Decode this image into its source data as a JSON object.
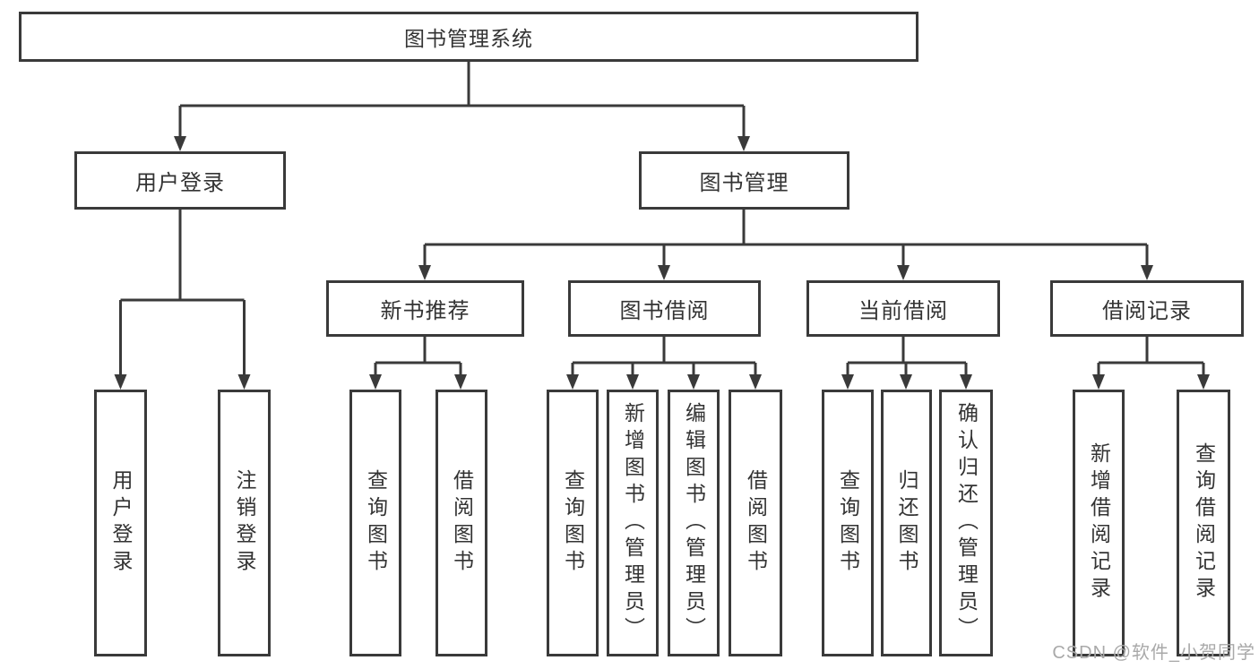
{
  "diagram": {
    "root": {
      "label": "图书管理系统"
    },
    "level2": {
      "user_login": {
        "label": "用户登录"
      },
      "book_mgmt": {
        "label": "图书管理"
      }
    },
    "level3": {
      "new_book_rec": {
        "label": "新书推荐"
      },
      "book_borrow": {
        "label": "图书借阅"
      },
      "current_borrow": {
        "label": "当前借阅"
      },
      "borrow_records": {
        "label": "借阅记录"
      }
    },
    "leaves": {
      "user_login_leaf": {
        "label": "用户登录"
      },
      "logout": {
        "label": "注销登录"
      },
      "rec_query_books": {
        "label": "查询图书"
      },
      "rec_borrow_books": {
        "label": "借阅图书"
      },
      "bb_query_books": {
        "label": "查询图书"
      },
      "bb_add_books": {
        "label": "新增图书（管理员）"
      },
      "bb_edit_books": {
        "label": "编辑图书（管理员）"
      },
      "bb_borrow_books": {
        "label": "借阅图书"
      },
      "cb_query_books": {
        "label": "查询图书"
      },
      "cb_return_books": {
        "label": "归还图书"
      },
      "cb_confirm_return": {
        "label": "确认归还（管理员）"
      },
      "br_add_record": {
        "label": "新增借阅记录"
      },
      "br_query_record": {
        "label": "查询借阅记录"
      }
    }
  },
  "watermark": {
    "text": "CSDN @软件_小贺同学"
  },
  "colors": {
    "line": "#3a3a3a",
    "box_border": "#3a3a3a",
    "text": "#333333",
    "watermark": "#a9a9a9",
    "background": "#ffffff"
  }
}
